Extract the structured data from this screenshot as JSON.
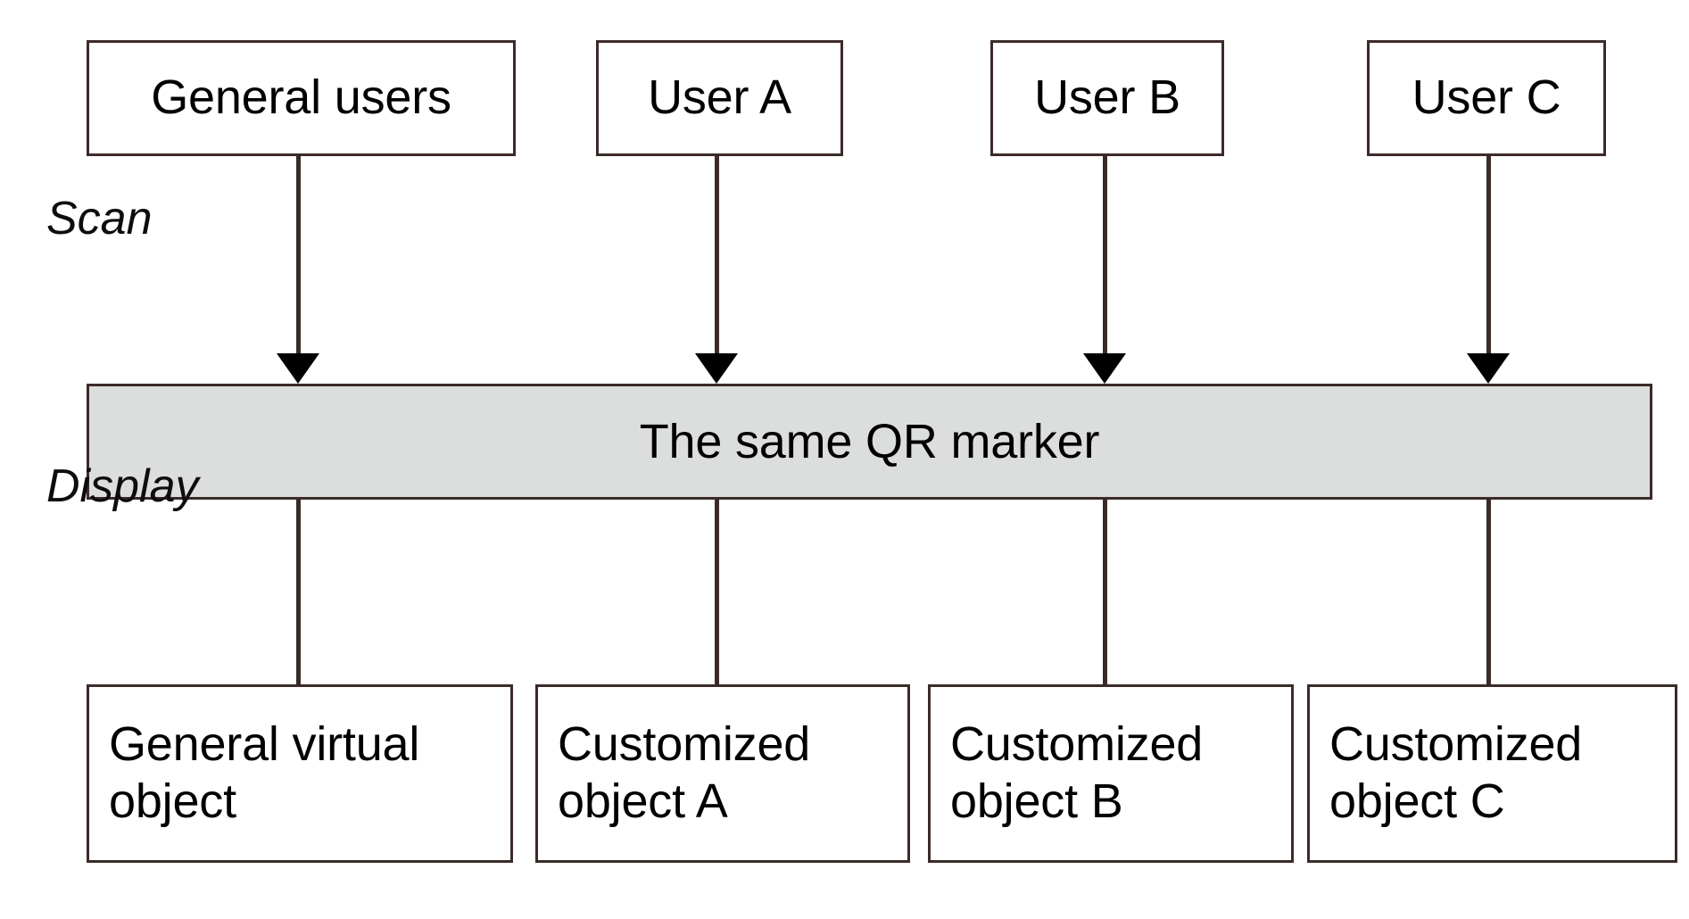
{
  "diagram": {
    "title": "QR marker shared by multiple users",
    "colors": {
      "box_border": "#3b2b28",
      "box_fill": "#ffffff",
      "marker_fill": "#dcdedd",
      "arrow": "#000000",
      "text": "#000000",
      "background": "#ffffff"
    },
    "stage_labels": {
      "scan": "Scan",
      "display": "Display"
    },
    "user_nodes": [
      {
        "id": "general-users",
        "label": "General users"
      },
      {
        "id": "user-a",
        "label": "User A"
      },
      {
        "id": "user-b",
        "label": "User B"
      },
      {
        "id": "user-c",
        "label": "User C"
      }
    ],
    "marker_node": {
      "id": "the-same-qr-marker",
      "label": "The same QR marker"
    },
    "object_nodes": [
      {
        "id": "general-virtual-object",
        "label": "General virtual\nobject"
      },
      {
        "id": "customized-object-a",
        "label": "Customized\nobject A"
      },
      {
        "id": "customized-object-b",
        "label": "Customized\nobject B"
      },
      {
        "id": "customized-object-c",
        "label": "Customized\nobject C"
      }
    ]
  }
}
